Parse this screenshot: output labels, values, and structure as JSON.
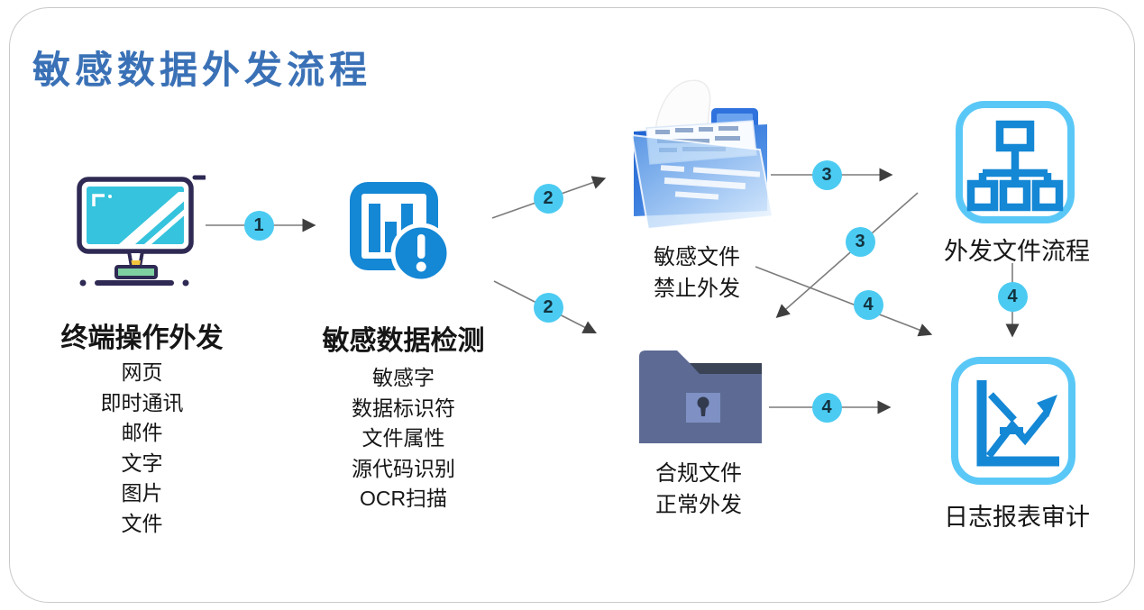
{
  "title": "敏感数据外发流程",
  "colors": {
    "title_blue": "#3a71b6",
    "badge_cyan": "#4bcbf2",
    "arrow_line_gray": "#7c7c7c",
    "arrow_head_dark": "#3f3f3f",
    "icon_blue": "#1487d5",
    "icon_outline_cyan": "#5ac8f7",
    "monitor_navy": "#2e2a54",
    "monitor_screen_cyan": "#36c3dd",
    "monitor_base_green": "#7ed0a0",
    "monitor_stand_yellow": "#f2c53d",
    "folder_slate": "#5d6b94",
    "folder_strip_dark": "#3b4356",
    "folder_lock_plate": "#7e90c4"
  },
  "nodes": {
    "terminal": {
      "title": "终端操作外发",
      "items": [
        "网页",
        "即时通讯",
        "邮件",
        "文字",
        "图片",
        "文件"
      ]
    },
    "detection": {
      "title": "敏感数据检测",
      "items": [
        "敏感字",
        "数据标识符",
        "文件属性",
        "源代码识别",
        "OCR扫描"
      ]
    },
    "sensitive_file": {
      "line1": "敏感文件",
      "line2": "禁止外发"
    },
    "compliant_file": {
      "line1": "合规文件",
      "line2": "正常外发"
    },
    "outbound_process": {
      "title": "外发文件流程"
    },
    "audit": {
      "title": "日志报表审计"
    }
  },
  "badges": {
    "step1": "1",
    "step2_top": "2",
    "step2_bottom": "2",
    "step3_top": "3",
    "step3_cross": "3",
    "step4_cross": "4",
    "step4_down": "4",
    "step4_bottom": "4"
  }
}
